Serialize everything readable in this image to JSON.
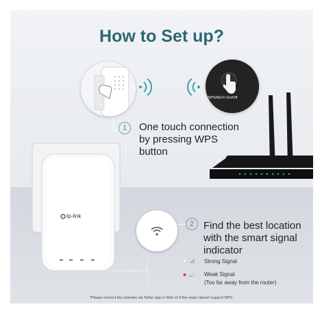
{
  "title": "How to Set up?",
  "brand": "tp-link",
  "wps_label": "WPS/Wi-Fi On/Off",
  "steps": [
    {
      "number": "1",
      "lines": [
        "One touch connection",
        "by pressing WPS",
        "button"
      ]
    },
    {
      "number": "2",
      "lines": [
        "Find the best location",
        "with the smart signal",
        "indicator"
      ]
    }
  ],
  "legend": {
    "strong": "Strong Signal",
    "weak": "Weak Signal",
    "weak_note": "(Too far away from the router)"
  },
  "footnote": "*Please connect the extender via Tether app or Web UI   if the router doesn't support WPS.",
  "colors": {
    "accent": "#2d6672",
    "weak_led": "#e53935",
    "strong_led": "#ffffff"
  }
}
